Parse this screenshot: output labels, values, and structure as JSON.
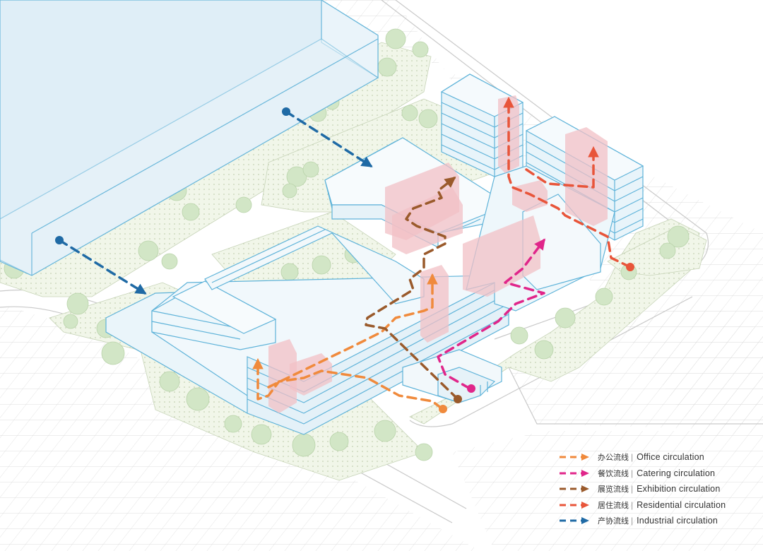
{
  "legend": {
    "items": [
      {
        "cn": "办公流线",
        "separator": "|",
        "en": "Office circulation",
        "color": "#f08a3c"
      },
      {
        "cn": "餐饮流线",
        "separator": "|",
        "en": "Catering circulation",
        "color": "#e0268a"
      },
      {
        "cn": "展览流线",
        "separator": "|",
        "en": "Exhibition circulation",
        "color": "#9a5a2b"
      },
      {
        "cn": "居住流线",
        "separator": "|",
        "en": "Residential circulation",
        "color": "#e8553a"
      },
      {
        "cn": "产协流线",
        "separator": "|",
        "en": "Industrial circulation",
        "color": "#1f6aa5"
      }
    ]
  },
  "colors": {
    "building_fill": "#e8f3f8",
    "building_stroke": "#5fb3d9",
    "landscape_fill": "#eef4e4",
    "tree": "#cfe3c4",
    "grid": "#cfcfcf",
    "program_block": "#f2c0c6"
  }
}
